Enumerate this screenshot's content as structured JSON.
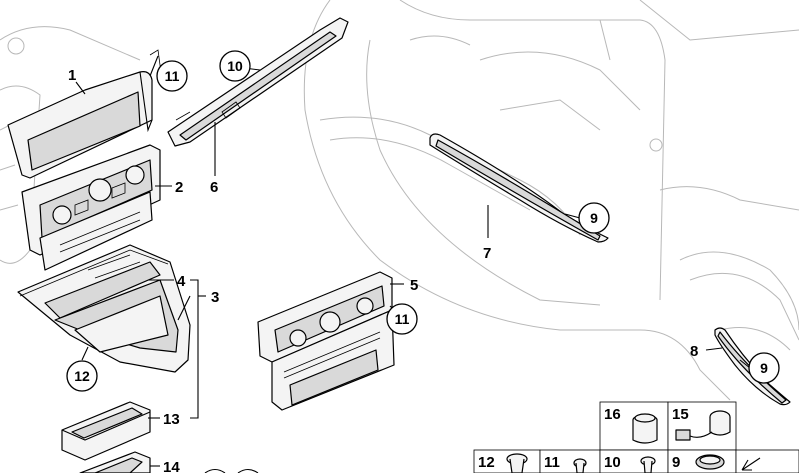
{
  "callouts": {
    "c1": "1",
    "c2": "2",
    "c3": "3",
    "c4": "4",
    "c5": "5",
    "c6": "6",
    "c7": "7",
    "c8": "8",
    "c9a": "9",
    "c9b": "9",
    "c10": "10",
    "c11a": "11",
    "c11b": "11",
    "c12": "12",
    "c13": "13",
    "c14": "14"
  },
  "parts_table": {
    "row1": {
      "a": "16",
      "b": "15"
    },
    "row2": {
      "a": "12",
      "b": "11",
      "c": "10",
      "d": "9"
    }
  }
}
